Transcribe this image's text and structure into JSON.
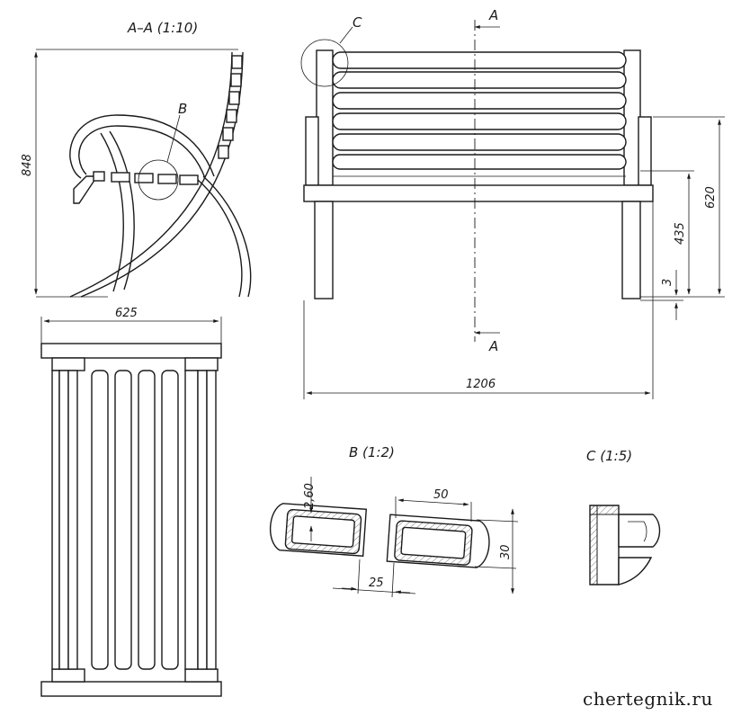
{
  "views": {
    "section_a": "A–A (1:10)",
    "detail_b": "B (1:2)",
    "detail_c": "C (1:5)"
  },
  "markers": {
    "section_top": "A",
    "section_bottom": "A",
    "ref_b": "B",
    "ref_c": "C"
  },
  "dimensions": {
    "height_total": "848",
    "depth": "625",
    "width": "1206",
    "back_height": "620",
    "seat_height": "435",
    "gap": "3",
    "wall": "2,60",
    "slat_width": "50",
    "slat_height": "30",
    "slat_gap": "25"
  },
  "watermark": "chertegnik.ru"
}
